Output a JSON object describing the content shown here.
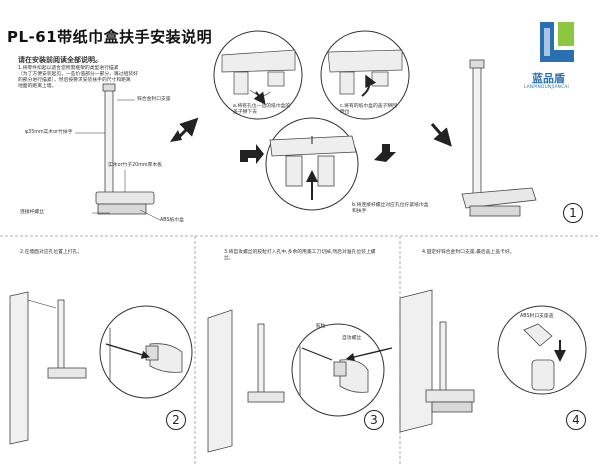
{
  "title": "PL-61带纸巾盒扶手安装说明",
  "logo": {
    "name": "蓝品盾",
    "sub": "LANPINDUNJIANCAI",
    "colors": {
      "blue": "#2a6fb2",
      "green": "#8dc63f"
    }
  },
  "intro": [
    "请在安装前阅读全部说明。",
    "1.将零件扣起以适合您所需框架的类型进行描紧",
    "（为了方便安装起见，一些价值部分一部分，再过组装好",
    "的部分进行描紧）。然后按要求安装扶手的尺寸和距离",
    "地面的距离上墙。"
  ],
  "labels": {
    "cap": "锌合金封口支座",
    "tube": "φ35mm实木or竹扶手",
    "board": "实木or竹子20mm厚木板",
    "screw": "连接杆螺丝",
    "box": "ABS纸巾盒",
    "hole_a": "a.将有孔位一边的纸巾盒的盖子掰下去",
    "cover_c": "c.将有的纸巾盒的盖子掰回原位",
    "screw_b": "b.将连接杆螺丝对应孔位拧紧纸巾盒和扶手",
    "bolt": "胶粒",
    "self_screw": "自攻螺丝",
    "cap2": "ABS封口支座盖"
  },
  "steps": [
    {
      "num": "1"
    },
    {
      "num": "2",
      "text": "2.在墙面对应孔位置上打孔。"
    },
    {
      "num": "3",
      "text": "3.将自攻螺丝的胶粒打入孔中,多余的用美工刀切掉,然后对准孔位装上螺丝。"
    },
    {
      "num": "4",
      "text": "4.固定好锌合金封口支座,最后盖上盖卡好。"
    }
  ]
}
